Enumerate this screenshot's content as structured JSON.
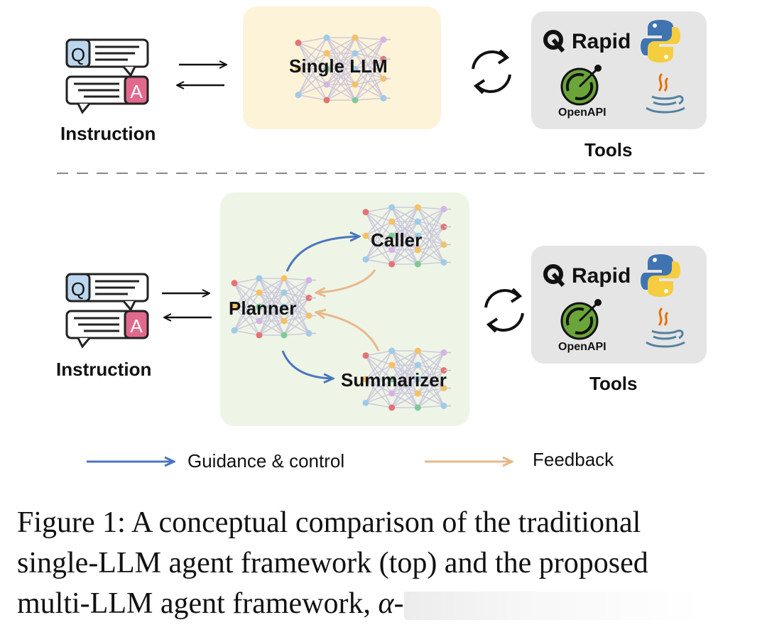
{
  "top": {
    "instruction_label": "Instruction",
    "llm_label": "Single LLM",
    "tools": {
      "brand": "Rapid",
      "openapi": "OpenAPI",
      "label": "Tools"
    },
    "chat_q": "Q",
    "chat_a": "A"
  },
  "bottom": {
    "instruction_label": "Instruction",
    "planner_label": "Planner",
    "caller_label": "Caller",
    "summarizer_label": "Summarizer",
    "tools": {
      "brand": "Rapid",
      "openapi": "OpenAPI",
      "label": "Tools"
    },
    "chat_q": "Q",
    "chat_a": "A"
  },
  "legend": {
    "guidance": "Guidance & control",
    "feedback": "Feedback"
  },
  "colors": {
    "guidance_arrow": "#4a76bf",
    "feedback_arrow": "#e8b88c",
    "single_llm_bg": "#fcf3d9",
    "multi_llm_bg": "#eef5e6",
    "tools_bg": "#e5e5e5",
    "q_box": "#bcd6ee",
    "a_box": "#e16a8c"
  },
  "caption": {
    "line1": "Figure 1: A conceptual comparison of the traditional",
    "line2": "single-LLM agent framework (top) and the proposed",
    "line3": "multi-LLM agent framework, ",
    "alpha": "α-"
  }
}
